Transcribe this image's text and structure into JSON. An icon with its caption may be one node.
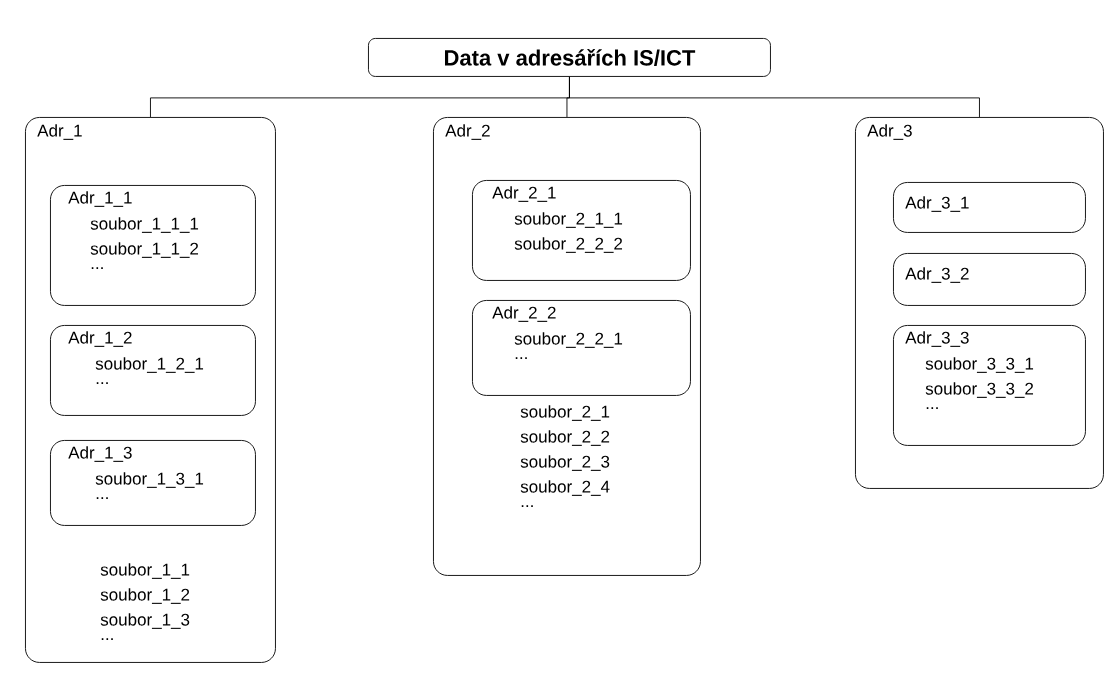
{
  "diagram": {
    "nodes": [
      {
        "text": [
          "Data v adresářích IS/ICT"
        ]
      },
      {
        "text": [
          "Adr_1",
          "soubor_1_1",
          "soubor_1_2",
          "soubor_1_3",
          "..."
        ]
      },
      {
        "text": [
          "Adr_1_1",
          "soubor_1_1_1",
          "soubor_1_1_2",
          "..."
        ],
        "in": 1
      },
      {
        "text": [
          "Adr_1_2",
          "soubor_1_2_1",
          "..."
        ],
        "in": 1
      },
      {
        "text": [
          "Adr_1_3",
          "soubor_1_3_1",
          "..."
        ],
        "in": 1
      },
      {
        "text": [
          "Adr_2",
          "soubor_2_1",
          "soubor_2_2",
          "soubor_2_3",
          "soubor_2_4",
          "..."
        ]
      },
      {
        "text": [
          "Adr_2_1",
          "soubor_2_1_1",
          "soubor_2_2_2"
        ],
        "in": 5
      },
      {
        "text": [
          "Adr_2_2",
          "soubor_2_2_1",
          "..."
        ],
        "in": 5
      },
      {
        "text": [
          "Adr_3"
        ]
      },
      {
        "text": [
          "Adr_3_1"
        ],
        "in": 8
      },
      {
        "text": [
          "Adr_3_2"
        ],
        "in": 8
      },
      {
        "text": [
          "Adr_3_3",
          "soubor_3_3_1",
          "soubor_3_3_2",
          "..."
        ],
        "in": 8
      }
    ],
    "edges": [
      {
        "from": 0,
        "to": 1,
        "arrow": "none"
      },
      {
        "from": 0,
        "to": 5,
        "arrow": "none"
      },
      {
        "from": 0,
        "to": 8,
        "arrow": "none"
      }
    ]
  }
}
